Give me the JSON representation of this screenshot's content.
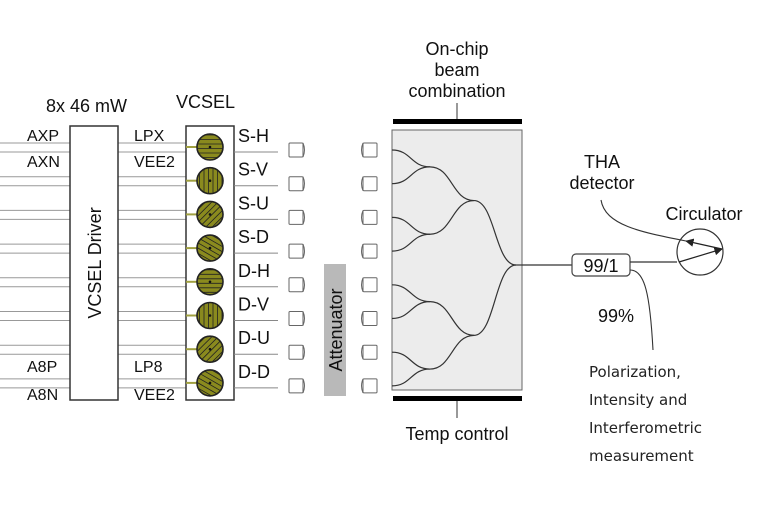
{
  "driver": {
    "power_label": "8x 46 mW",
    "title": "VCSEL Driver",
    "inputs_top": [
      "AXP",
      "AXN"
    ],
    "inputs_bottom": [
      "A8P",
      "A8N"
    ],
    "outputs_top": [
      "LPX",
      "VEE2"
    ],
    "outputs_bottom": [
      "LP8",
      "VEE2"
    ]
  },
  "vcsel": {
    "title": "VCSEL",
    "color": "#8a8a1e",
    "channels": [
      {
        "label": "S-H",
        "pattern": "horizontal"
      },
      {
        "label": "S-V",
        "pattern": "vertical"
      },
      {
        "label": "S-U",
        "pattern": "diagonal-up"
      },
      {
        "label": "S-D",
        "pattern": "diagonal-down"
      },
      {
        "label": "D-H",
        "pattern": "horizontal"
      },
      {
        "label": "D-V",
        "pattern": "vertical"
      },
      {
        "label": "D-U",
        "pattern": "diagonal-up"
      },
      {
        "label": "D-D",
        "pattern": "diagonal-down"
      }
    ]
  },
  "attenuator": {
    "label": "Attenuator",
    "color": "#b9b9b9"
  },
  "chip": {
    "title_lines": [
      "On-chip",
      "beam",
      "combination"
    ],
    "bottom_label": "Temp control",
    "fill": "#ececec"
  },
  "splitter": {
    "label": "99/1",
    "output_percent": "99%"
  },
  "detector": {
    "lines": [
      "THA",
      "detector"
    ]
  },
  "circulator": {
    "label": "Circulator"
  },
  "measurement": {
    "lines": [
      "Polarization,",
      "Intensity and",
      "Interferometric",
      "measurement"
    ]
  }
}
